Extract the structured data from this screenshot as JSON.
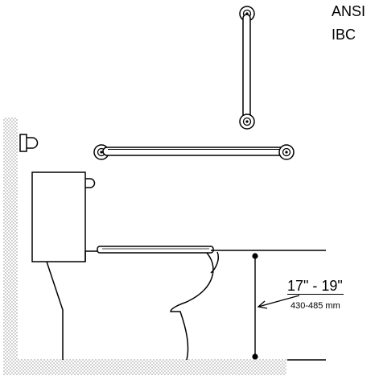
{
  "standards": {
    "line1": "ANSI",
    "line2": "IBC"
  },
  "dimension": {
    "imperial": "17\" - 19\"",
    "metric": "430-485 mm"
  },
  "colors": {
    "line": "#000000",
    "hatch": "#9a9a9a",
    "background": "#ffffff"
  }
}
